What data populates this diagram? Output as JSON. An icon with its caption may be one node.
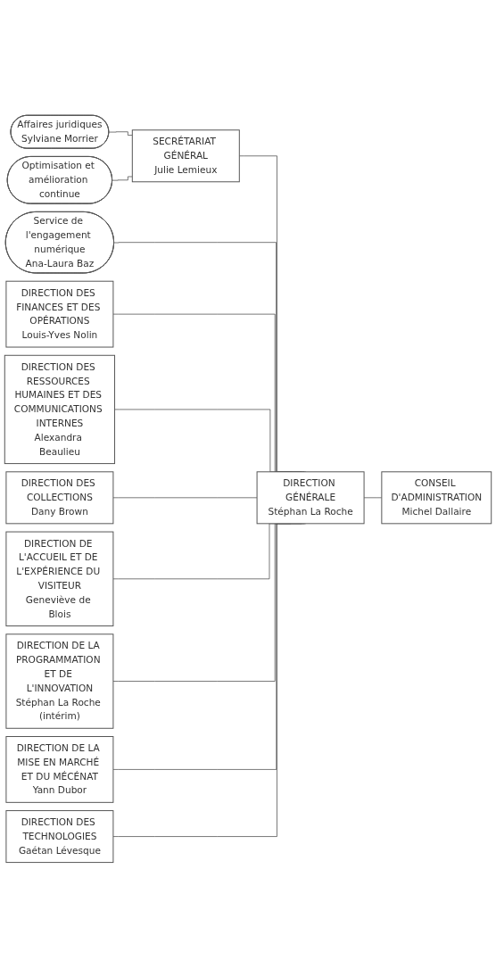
{
  "diagram": {
    "nodes": [
      {
        "text": [
          "CONSEIL D'ADMINISTRATION",
          "Michel Dallaire"
        ]
      },
      {
        "text": [
          "DIRECTION GÉNÉRALE",
          "Stéphan La Roche"
        ]
      },
      {
        "text": [
          "SECRÉTARIAT GÉNÉRAL",
          "Julie Lemieux"
        ]
      },
      {
        "text": [
          "Affaires juridiques",
          "Sylviane Morrier"
        ]
      },
      {
        "text": [
          "Optimisation et amélioration continue"
        ]
      },
      {
        "text": [
          "Service de l'engagement numérique",
          "Ana-Laura Baz"
        ]
      },
      {
        "text": [
          "DIRECTION DES FINANCES ET DES OPÉRATIONS",
          "Louis-Yves Nolin"
        ]
      },
      {
        "text": [
          "DIRECTION DES RESSOURCES HUMAINES ET DES COMMUNICATIONS INTERNES",
          "Alexandra Beaulieu"
        ]
      },
      {
        "text": [
          "DIRECTION DES COLLECTIONS",
          "Dany Brown"
        ]
      },
      {
        "text": [
          "DIRECTION DE L'ACCUEIL ET DE L'EXPÉRIENCE DU VISITEUR",
          "Geneviève de Blois"
        ]
      },
      {
        "text": [
          "DIRECTION DE LA PROGRAMMATION ET DE L'INNOVATION",
          "Stéphan La Roche (intérim)"
        ]
      },
      {
        "text": [
          "DIRECTION DE LA MISE EN MARCHÉ ET DU MÉCÉNAT",
          "Yann Dubor"
        ]
      },
      {
        "text": [
          "DIRECTION DES TECHNOLOGIES",
          "Gaétan Lévesque"
        ]
      }
    ],
    "edges": [
      {
        "from": 0,
        "to": 1,
        "arrow": "none"
      },
      {
        "from": 1,
        "to": 2,
        "arrow": "none"
      },
      {
        "from": 2,
        "to": 3,
        "arrow": "none"
      },
      {
        "from": 2,
        "to": 4,
        "arrow": "none"
      },
      {
        "from": 1,
        "to": 5,
        "arrow": "none"
      },
      {
        "from": 1,
        "to": 6,
        "arrow": "none"
      },
      {
        "from": 1,
        "to": 7,
        "arrow": "none"
      },
      {
        "from": 1,
        "to": 8,
        "arrow": "none"
      },
      {
        "from": 1,
        "to": 9,
        "arrow": "none"
      },
      {
        "from": 1,
        "to": 10,
        "arrow": "none"
      },
      {
        "from": 1,
        "to": 11,
        "arrow": "none"
      },
      {
        "from": 1,
        "to": 12,
        "arrow": "none"
      }
    ]
  }
}
